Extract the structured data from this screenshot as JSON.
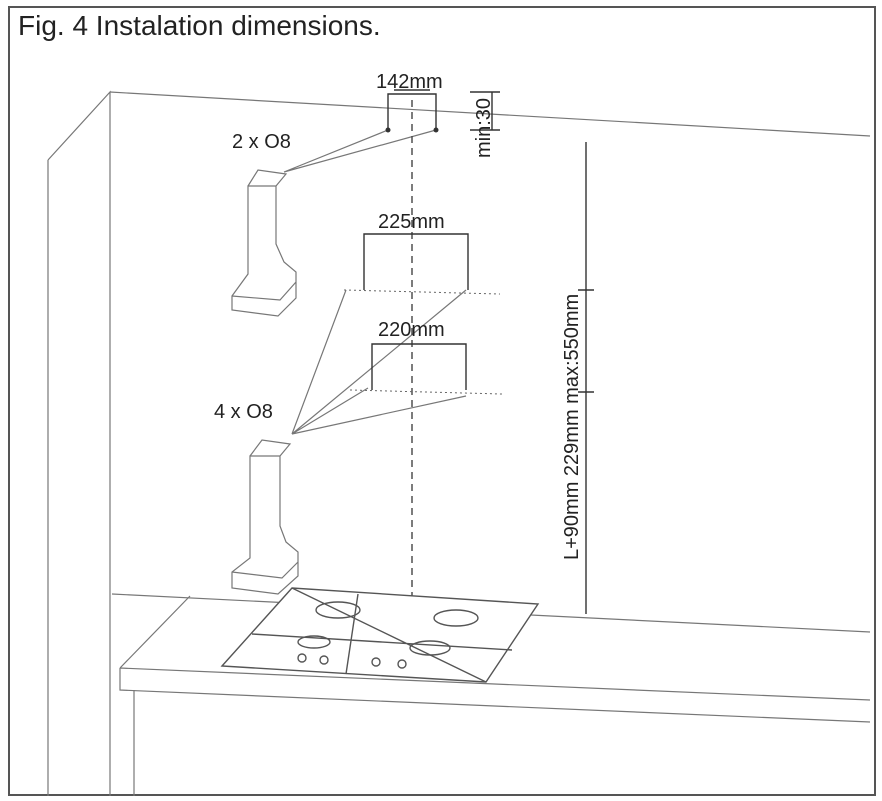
{
  "figure": {
    "title": "Fig. 4 Instalation dimensions.",
    "labels": {
      "top_width": "142mm",
      "min_gap": "min:30",
      "top_screws": "2 x O8",
      "mid_width": "225mm",
      "low_width": "220mm",
      "low_screws": "4 x O8",
      "height_range": "L+90mm 229mm max:550mm"
    }
  }
}
